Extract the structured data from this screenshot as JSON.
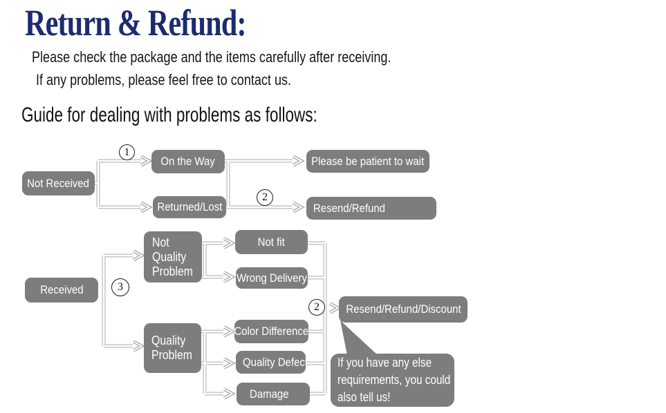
{
  "page": {
    "title": "Return & Refund:",
    "intro_line1": "Please check the package and the items carefully after receiving.",
    "intro_line2": "If any problems, please feel free to contact us.",
    "guide_heading": "Guide for dealing with problems as follows:"
  },
  "colors": {
    "title": "#1c2c6e",
    "box_gray": "#7d7d7d",
    "line_gray": "#bababa",
    "arrow_gray": "#a2a2a2",
    "body_text": "#151515"
  },
  "flow": {
    "markers": {
      "step1": "1",
      "step2_top": "2",
      "step3": "3",
      "step2_bottom": "2"
    },
    "boxes": {
      "not_received": "Not Received",
      "on_the_way": "On the Way",
      "returned_lost": "Returned/Lost",
      "please_wait": "Please be patient to wait",
      "resend_refund": "Resend/Refund",
      "received": "Received",
      "not_quality_problem": {
        "lines": [
          "Not",
          "Quality",
          "Problem"
        ]
      },
      "not_fit": "Not fit",
      "wrong_delivery": "Wrong Delivery",
      "quality_problem": {
        "lines": [
          "Quality",
          "Problem"
        ]
      },
      "color_difference": "Color Difference",
      "quality_defect": "Quality Defect",
      "damage": "Damage",
      "resend_refund_discount": "Resend/Refund/Discount"
    },
    "bubble": {
      "lines": [
        "If you have any else",
        "requirements, you could",
        "also tell us!"
      ]
    }
  }
}
